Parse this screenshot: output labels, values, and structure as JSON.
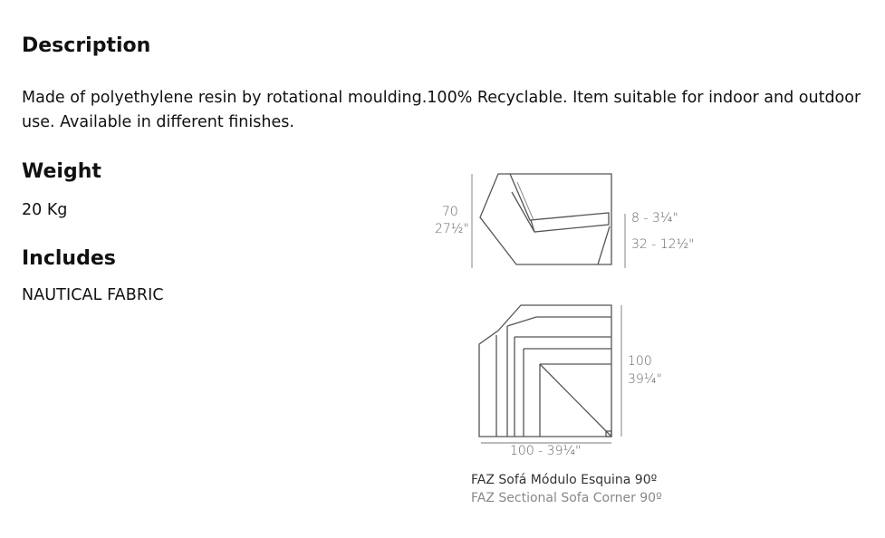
{
  "description": {
    "heading": "Description",
    "text": "Made of polyethylene resin by rotational moulding.100% Recyclable. Item suitable for indoor and outdoor use. Available in different finishes."
  },
  "weight": {
    "heading": "Weight",
    "value": "20 Kg"
  },
  "includes": {
    "heading": "Includes",
    "value": "NAUTICAL FABRIC"
  },
  "drawing": {
    "side_height_cm": "70",
    "side_height_in": "27½\"",
    "seat_thickness": "8 - 3¼\"",
    "seat_height": "32 - 12½\"",
    "top_depth_cm": "100",
    "top_depth_in": "39¼\"",
    "top_width": "100 - 39¼\"",
    "caption_es": "FAZ Sofá Módulo Esquina 90º",
    "caption_en": "FAZ Sectional Sofa Corner 90º"
  }
}
